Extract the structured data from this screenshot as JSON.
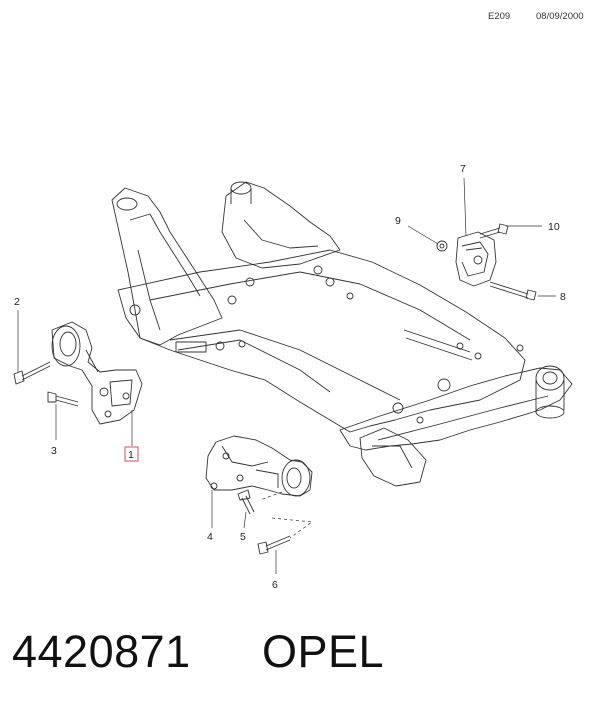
{
  "header": {
    "code": "E209",
    "date": "08/09/2000"
  },
  "callouts": {
    "c1": "1",
    "c2": "2",
    "c3": "3",
    "c4": "4",
    "c5": "5",
    "c6": "6",
    "c7": "7",
    "c8": "8",
    "c9": "9",
    "c10": "10"
  },
  "highlight_color": "#d0505a",
  "footer": {
    "part_number": "4420871",
    "brand": "OPEL"
  }
}
